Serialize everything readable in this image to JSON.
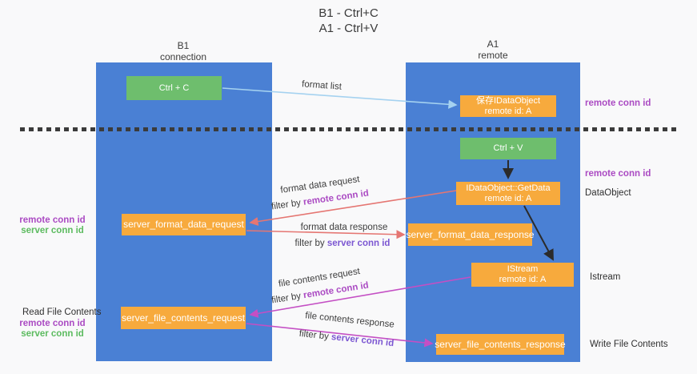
{
  "title": {
    "line1": "B1 - Ctrl+C",
    "line2": "A1 - Ctrl+V"
  },
  "columns": {
    "left": {
      "name": "B1",
      "role": "connection"
    },
    "right": {
      "name": "A1",
      "role": "remote"
    }
  },
  "nodes": {
    "ctrl_c": {
      "label": "Ctrl + C"
    },
    "ctrl_v": {
      "label": "Ctrl + V"
    },
    "saved_dataobject": {
      "line1": "保存IDataObject",
      "line2": "remote id: A"
    },
    "idataobject_getdata": {
      "line1": "IDataObject::GetData",
      "line2": "remote id: A"
    },
    "istream": {
      "line1": "IStream",
      "line2": "remote id: A"
    },
    "server_format_data_request": {
      "label": "server_format_data_request"
    },
    "server_format_data_response": {
      "label": "server_format_data_response"
    },
    "server_file_contents_request": {
      "label": "server_file_contents_request"
    },
    "server_file_contents_response": {
      "label": "server_file_contents_response"
    }
  },
  "arrow_labels": {
    "format_list": "format list",
    "format_data_request": "format data request",
    "format_data_response": "format data response",
    "file_contents_request": "file contents request",
    "file_contents_response": "file contents response",
    "filter_by": "filter by",
    "remote_conn_id": "remote conn id",
    "server_conn_id": "server conn id"
  },
  "side_labels": {
    "remote_conn_id_top": "remote conn id",
    "remote_conn_id_mid": "remote conn id",
    "dataobject": "DataObject",
    "istream": "Istream",
    "write_file_contents": "Write File Contents",
    "read_file_contents": "Read File Contents",
    "remote_conn_id": "remote conn id",
    "server_conn_id": "server conn id"
  },
  "colors": {
    "column_blue": "#4A80D4",
    "node_orange": "#F7AA3D",
    "node_green": "#6EBE6D",
    "arrow_salmon": "#E57672",
    "arrow_magenta": "#C44FC4",
    "arrow_lightblue": "#A5D2F0",
    "arrow_black": "#2B2B2B",
    "remote_conn_id_color": "#AB4BC3",
    "server_conn_id_violet": "#7C57D2",
    "server_conn_id_green": "#5CBB5F"
  }
}
